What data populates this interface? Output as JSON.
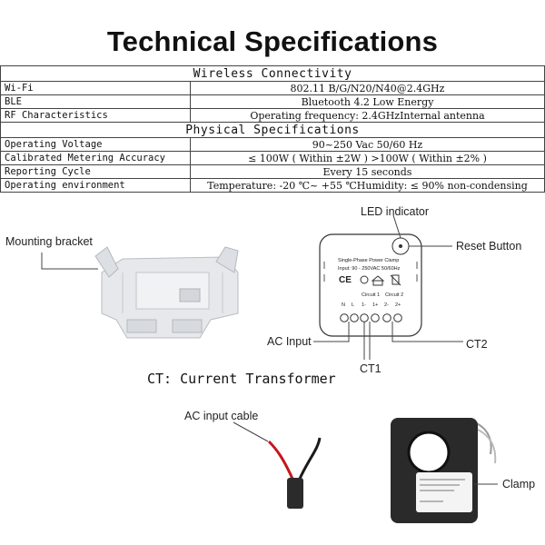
{
  "title": "Technical Specifications",
  "spec_table": {
    "section1": "Wireless Connectivity",
    "section1_rows": [
      {
        "key": "Wi-Fi",
        "value": "802.11 B/G/N20/N40@2.4GHz"
      },
      {
        "key": "BLE",
        "value": "Bluetooth 4.2 Low Energy"
      },
      {
        "key": "RF Characteristics",
        "value": "Operating frequency: 2.4GHzInternal antenna"
      }
    ],
    "section2": "Physical Specifications",
    "section2_rows": [
      {
        "key": "Operating Voltage",
        "value": "90~250 Vac 50/60 Hz"
      },
      {
        "key": "Calibrated Metering Accuracy",
        "value": "≤ 100W ( Within ±2W ) >100W ( Within ±2% )"
      },
      {
        "key": "Reporting Cycle",
        "value": "Every 15 seconds"
      },
      {
        "key": "Operating environment",
        "value": "Temperature: -20 ℃~ +55 ℃Humidity: ≤ 90% non-condensing"
      }
    ]
  },
  "labels": {
    "mounting_bracket": "Mounting bracket",
    "led_indicator": "LED indicator",
    "reset_button": "Reset Button",
    "ac_input": "AC Input",
    "ct1": "CT1",
    "ct2": "CT2",
    "ct_note": "CT: Current Transformer",
    "ac_input_cable": "AC input cable",
    "clamp": "Clamp"
  },
  "device": {
    "name": "Single-Phase Power Clamp",
    "input": "Input: 90 - 250VAC 50/60Hz",
    "circuit1": "Circuit 1",
    "circuit2": "Circuit 2",
    "terminals": [
      "N",
      "L",
      "1-",
      "1+",
      "2-",
      "2+"
    ],
    "marks": "CE"
  },
  "colors": {
    "wire_red": "#c4161c",
    "wire_black": "#1a1a1a",
    "bracket": "#e3e5e8",
    "clamp_body": "#2a2a2a"
  }
}
